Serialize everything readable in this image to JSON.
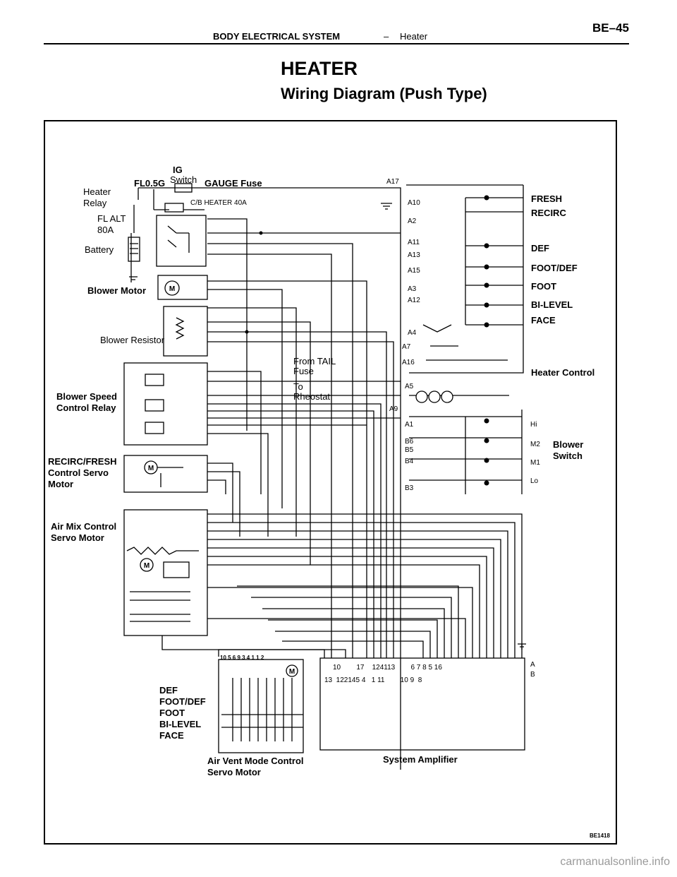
{
  "header": {
    "title": "BODY ELECTRICAL SYSTEM",
    "separator": "–",
    "section": "Heater",
    "page_number": "BE–45"
  },
  "page_title": "HEATER",
  "page_subtitle": "Wiring Diagram (Push Type)",
  "diagram": {
    "power": {
      "ig": "IG",
      "switch": "Switch",
      "fl05g": "FL0.5G",
      "gauge_fuse": "GAUGE Fuse",
      "heater_relay_1": "Heater",
      "heater_relay_2": "Relay",
      "cb_heater": "C/B HEATER 40A",
      "fl_alt_1": "FL ALT",
      "fl_alt_2": "80A",
      "battery": "Battery"
    },
    "components": {
      "blower_motor": "Blower Motor",
      "blower_resistor": "Blower Resistor",
      "speed_relay_1": "Blower Speed",
      "speed_relay_2": "Control Relay",
      "recirc_1": "RECIRC/FRESH",
      "recirc_2": "Control Servo",
      "recirc_3": "Motor",
      "airmix_1": "Air Mix Control",
      "airmix_2": "Servo Motor",
      "airvent_1": "Air Vent Mode Control",
      "airvent_2": "Servo Motor",
      "amplifier": "System Amplifier"
    },
    "aux": {
      "from_tail_1": "From TAIL",
      "from_tail_2": "Fuse",
      "rheostat_1": "To",
      "rheostat_2": "Rheostat"
    },
    "heater_control": {
      "label": "Heater Control",
      "modes": [
        "FRESH",
        "RECIRC",
        "DEF",
        "FOOT/DEF",
        "FOOT",
        "BI-LEVEL",
        "FACE"
      ]
    },
    "blower_switch": {
      "label_1": "Blower",
      "label_2": "Switch",
      "speeds": [
        "Hi",
        "M2",
        "M1",
        "Lo"
      ]
    },
    "vent_modes": [
      "DEF",
      "FOOT/DEF",
      "FOOT",
      "BI-LEVEL",
      "FACE"
    ],
    "connector_pins": [
      "A17",
      "A10",
      "A2",
      "A11",
      "A13",
      "A15",
      "A3",
      "A12",
      "A4",
      "A7",
      "A16",
      "A5",
      "A9",
      "A1",
      "B6",
      "B5",
      "B4",
      "B3"
    ],
    "amp_pins_a": "10        17    124113        6 7 8 5 16",
    "amp_pins_b": "13  122145 4   1 11        10 9  8",
    "amp_conn_a": "A",
    "amp_conn_b": "B",
    "airvent_pins": "10 5 6 9 3 4 1 1 2",
    "ref_code": "BE1418"
  },
  "watermark": "carmanualsonline.info"
}
